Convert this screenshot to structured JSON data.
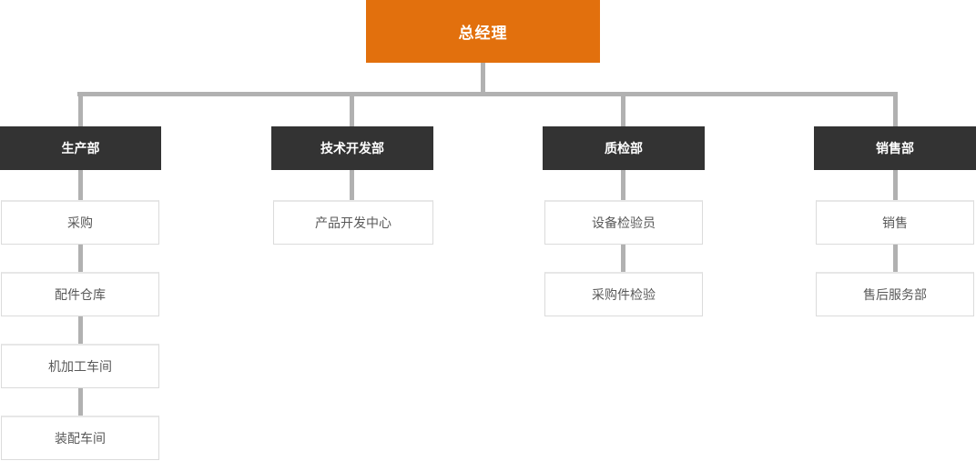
{
  "org": {
    "root": "总经理",
    "departments": [
      {
        "name": "生产部",
        "children": [
          "采购",
          "配件仓库",
          "机加工车间",
          "装配车间"
        ]
      },
      {
        "name": "技术开发部",
        "children": [
          "产品开发中心"
        ]
      },
      {
        "name": "质检部",
        "children": [
          "设备检验员",
          "采购件检验"
        ]
      },
      {
        "name": "销售部",
        "children": [
          "销售",
          "售后服务部"
        ]
      }
    ]
  },
  "colors": {
    "root_bg": "#E2700D",
    "dept_bg": "#333333",
    "connector": "#B1B1B1",
    "sub_border": "#DBDBDB",
    "sub_text": "#595959",
    "node_text_light": "#FFFFFF",
    "background": "#FFFFFF"
  }
}
